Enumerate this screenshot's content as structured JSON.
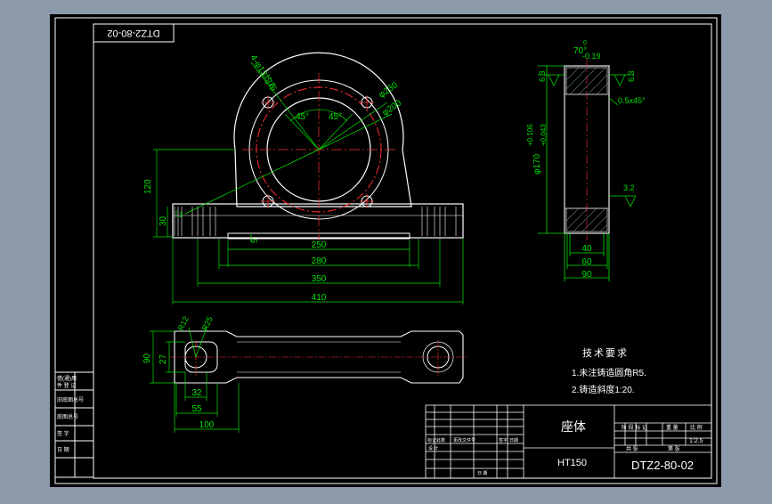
{
  "drawing_number_rotated": "DTZ2-80-02",
  "part_name": "座体",
  "material": "HT150",
  "drawing_number": "DTZ2-80-02",
  "scale": "1:2.5",
  "tech_requirements": {
    "title": "技术要求",
    "items": [
      "1.未注铸造圆角R5.",
      "2.铸造斜度1:20."
    ]
  },
  "front_view": {
    "hole_callout": "4-φ13均布",
    "dia_outer": "φ230",
    "dia_pcd": "φ200",
    "angle_left": "45°",
    "angle_right": "45°",
    "height_overall": "120",
    "height_base": "30",
    "step_3": "3",
    "step_5": "5",
    "width_250": "250",
    "width_280": "280",
    "width_350": "350",
    "width_410": "410"
  },
  "top_view": {
    "width_90": "90",
    "width_27": "27",
    "r12": "R12",
    "r25": "R25",
    "hole_32": "32",
    "len_55": "55",
    "len_100": "100"
  },
  "section_view": {
    "angle_tol": "70°",
    "angle_tol_lower": "0",
    "angle_tol_upper": "-0.19",
    "rough_left": "6.3",
    "rough_right": "6.3",
    "chamfer": "0.5x45°",
    "bore_dia": "φ170",
    "bore_tol_upper": "+0.106",
    "bore_tol_lower": "+0.043",
    "rough_bore": "3.2",
    "width_40": "40",
    "width_60": "60",
    "width_90": "90"
  },
  "side_table_rows": [
    "借(通)用",
    "件 登 记",
    "旧底图总号",
    "底图总号",
    "签  字",
    "日  期"
  ],
  "title_block": {
    "col_mark": "标记",
    "col_count": "处数",
    "col_doc": "更改文件号",
    "col_sign": "签字",
    "col_date": "日期",
    "designer": "设 计",
    "approve": "日 期",
    "stage_mark": "阶 段 标 记",
    "weight": "重 量",
    "ratio": "比 例",
    "sheet": "共  张",
    "sheet_of": "第  张"
  },
  "colors": {
    "background": "#8d9aac",
    "paper": "#000000",
    "line": "#ffffff",
    "dimension": "#00ff00",
    "center": "#ff0000"
  }
}
